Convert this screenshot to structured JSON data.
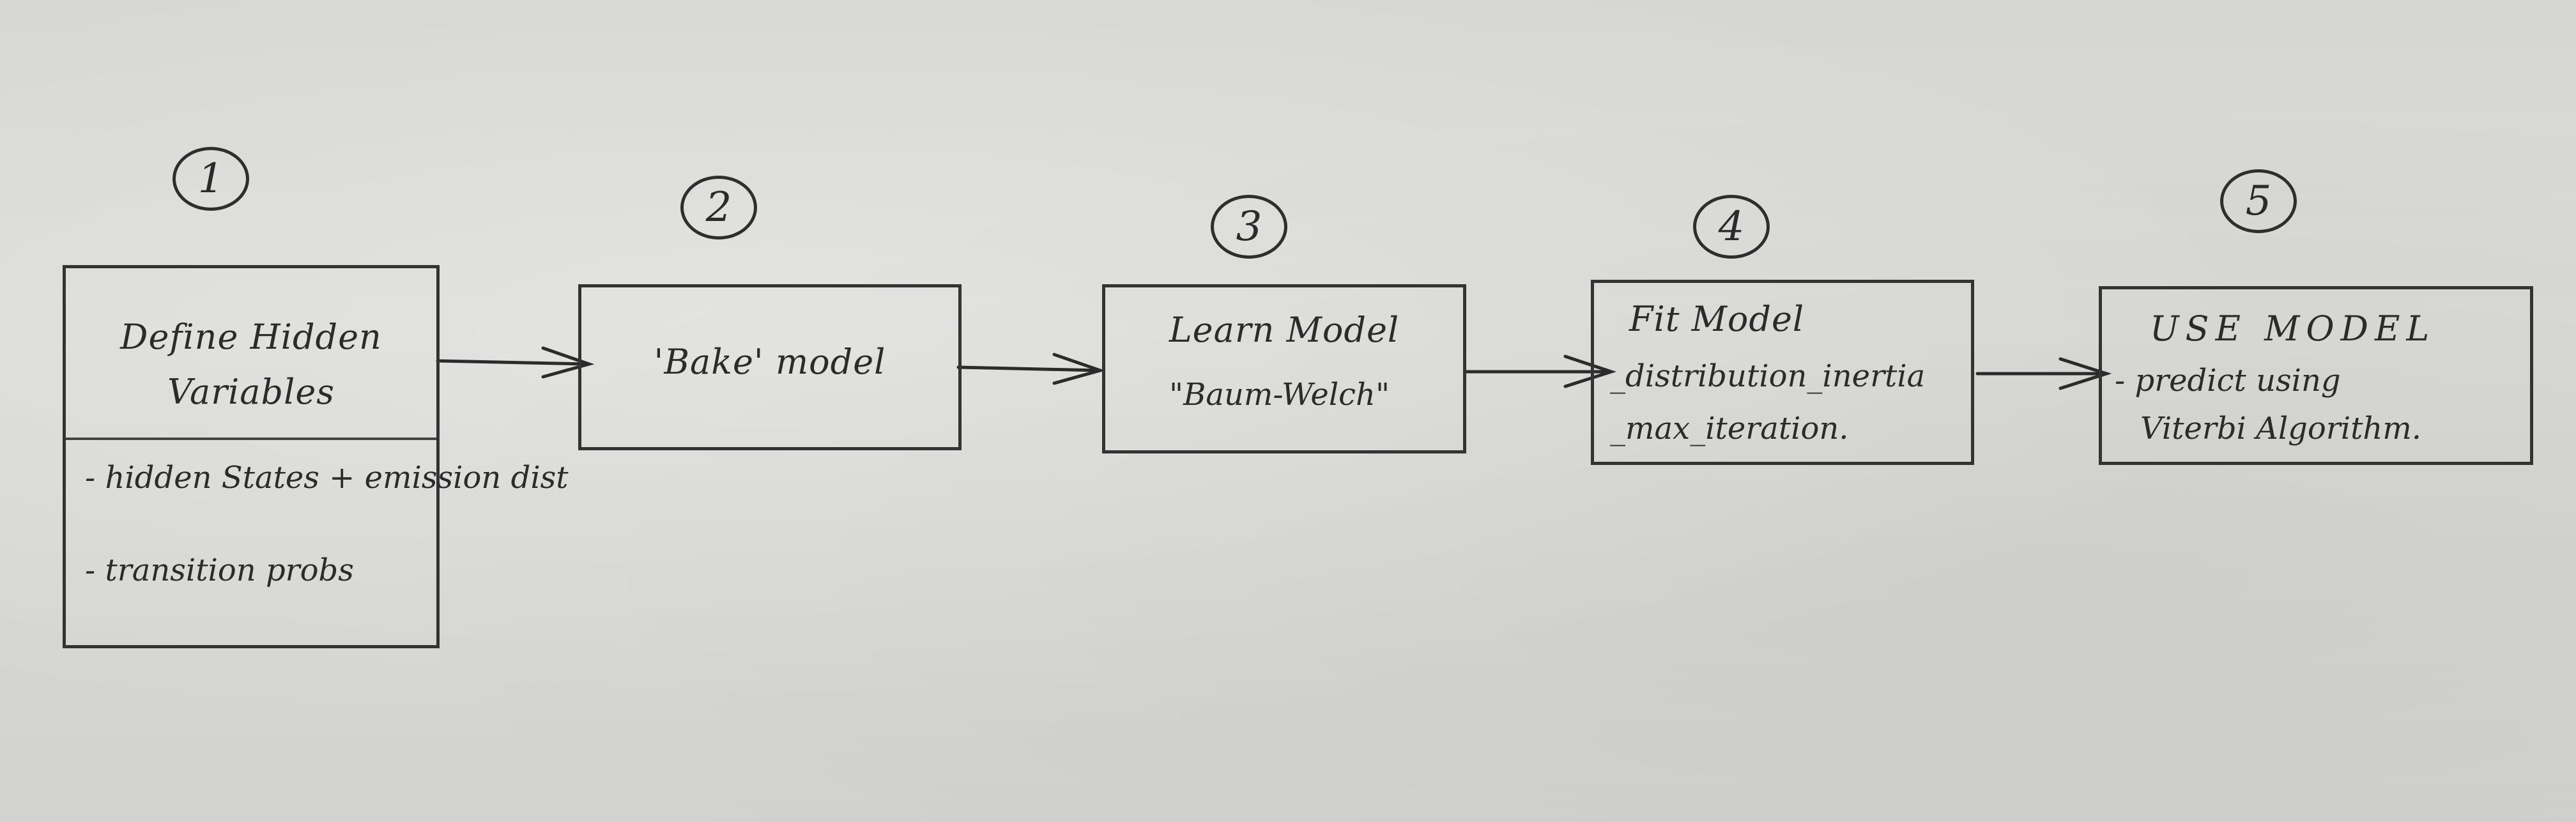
{
  "steps": [
    {
      "number": "1",
      "title": "Define Hidden Variables",
      "items": [
        "- hidden States + emission dist",
        "- transition probs"
      ]
    },
    {
      "number": "2",
      "title": "'Bake' model",
      "items": []
    },
    {
      "number": "3",
      "title": "Learn Model",
      "items": [
        "\"Baum-Welch\""
      ]
    },
    {
      "number": "4",
      "title": "Fit Model",
      "items": [
        "_distribution_inertia",
        "_max_iteration."
      ]
    },
    {
      "number": "5",
      "title": "USE MODEL",
      "items": [
        "- predict using",
        "Viterbi Algorithm."
      ]
    }
  ],
  "colors": {
    "ink": "#2b2b2b",
    "paper": "#d8d8d6"
  }
}
